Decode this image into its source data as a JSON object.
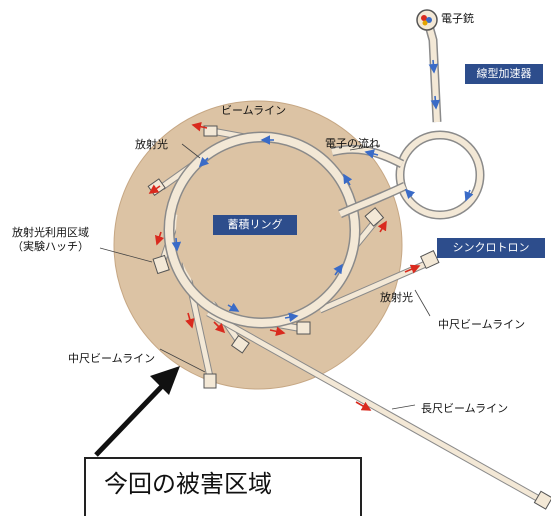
{
  "labels": {
    "electron_gun": "電子銃",
    "linac": "線型加速器",
    "beamline": "ビームライン",
    "radiation_top": "放射光",
    "electron_flow": "電子の流れ",
    "storage_ring": "蓄積リング",
    "usage_area_line1": "放射光利用区域",
    "usage_area_line2": "（実験ハッチ）",
    "synchrotron": "シンクロトロン",
    "radiation_right": "放射光",
    "medium_beamline_right": "中尺ビームライン",
    "medium_beamline_left": "中尺ビームライン",
    "long_beamline": "長尺ビームライン",
    "damaged_area": "今回の被害区域"
  },
  "colors": {
    "floor": "#dcc3a4",
    "floor_edge": "#c6a784",
    "ring_pipe": "#f3e8d6",
    "pipe_edge": "#8a8a8a",
    "flow_arrow": "#3a6bc7",
    "radiation_arrow": "#d92a1e",
    "label_box": "#2d4d8c",
    "damage_arrow": "#111111"
  }
}
